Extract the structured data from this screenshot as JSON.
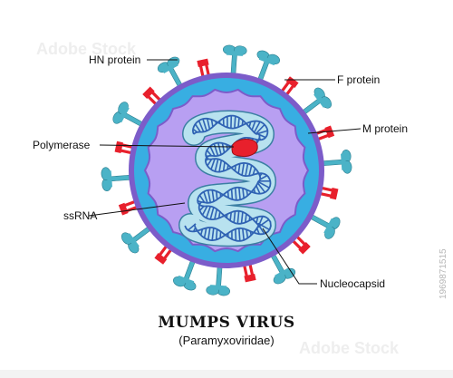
{
  "diagram": {
    "title": "MUMPS VIRUS",
    "subtitle": "(Paramyxoviridae)",
    "labels": {
      "hn_protein": "HN protein",
      "f_protein": "F protein",
      "m_protein": "M protein",
      "polymerase": "Polymerase",
      "ssrna": "ssRNA",
      "nucleocapsid": "Nucleocapsid"
    },
    "spike_pattern": [
      "hn",
      "hn",
      "f",
      "hn",
      "f",
      "hn",
      "f",
      "hn",
      "f",
      "hn",
      "f",
      "hn",
      "hn",
      "f",
      "hn",
      "f",
      "hn",
      "f",
      "hn",
      "f",
      "hn",
      "f"
    ],
    "colors": {
      "envelope_outer": "#7c5cc9",
      "envelope_blue": "#38aee2",
      "core": "#b89ff2",
      "nucleocapsid_fill": "#b8e2ef",
      "nucleocapsid_stroke": "#3b7fa3",
      "rna_helix": "#2f62b3",
      "polymerase": "#e8202c",
      "hn_protein": "#4bb3c7",
      "f_protein": "#e8202c"
    }
  },
  "watermark": {
    "stock_id": "1969871515",
    "brand": "Adobe Stock"
  }
}
